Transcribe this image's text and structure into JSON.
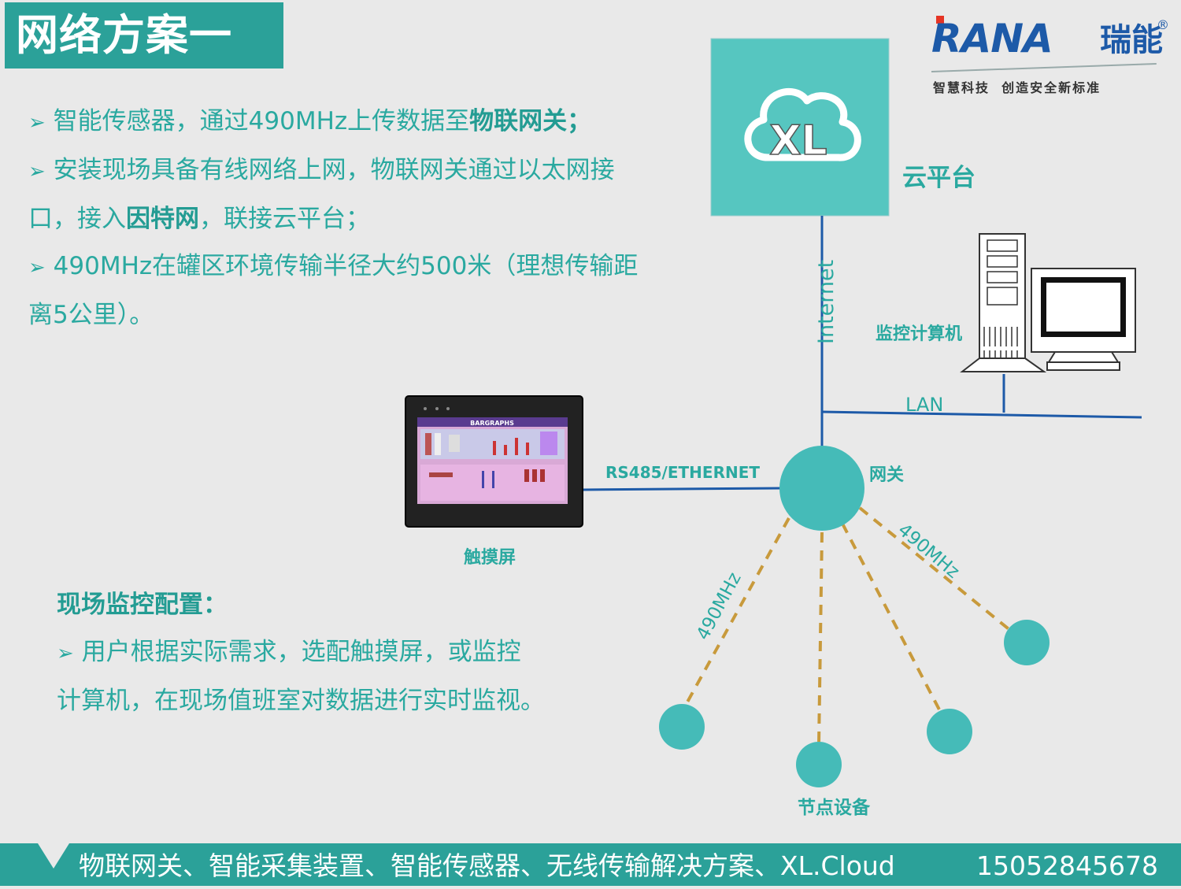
{
  "title": "网络方案一",
  "logo": {
    "brand": "RANA",
    "brand_cn": "瑞能",
    "registered": "®",
    "slogan": "智慧科技  创造安全新标准"
  },
  "intro": {
    "bullet": "➢",
    "line1_plain": " 智能传感器，通过490MHz上传数据至",
    "line1_bold": "物联网关；",
    "line2_plain_a": " 安装现场具备有线网络上网，物联网关通过以太网接口，接入",
    "line2_bold": "因特网",
    "line2_plain_b": "，联接云平台；",
    "line3": " 490MHz在罐区环境传输半径大约500米（理想传输距离5公里）。"
  },
  "field": {
    "heading": "现场监控配置：",
    "bullet": "➢",
    "text": " 用户根据实际需求，选配触摸屏，或监控计算机，在现场值班室对数据进行实时监视。"
  },
  "diagram": {
    "cloud_logo": "XL",
    "cloud_label": "云平台",
    "internet_label": "Internet",
    "lan_label": "LAN",
    "computer_label": "监控计算机",
    "gateway_label": "网关",
    "link_label": "RS485/ETHERNET",
    "touchscreen_label": "触摸屏",
    "touchscreen_title": "BARGRAPHS",
    "radio_label_left": "490MHz",
    "radio_label_right": "490MHz",
    "node_label": "节点设备"
  },
  "footer": {
    "text": "物联网关、智能采集装置、智能传感器、无线传输解决方案、XL.Cloud",
    "phone": "15052845678"
  },
  "colors": {
    "teal": "#2ba199",
    "text_teal": "#2aa9a0",
    "node_fill": "#45bbb8",
    "line_blue": "#1d5aa8",
    "radio_dash": "#c89a3c",
    "cloud_box": "#56c6c0"
  }
}
